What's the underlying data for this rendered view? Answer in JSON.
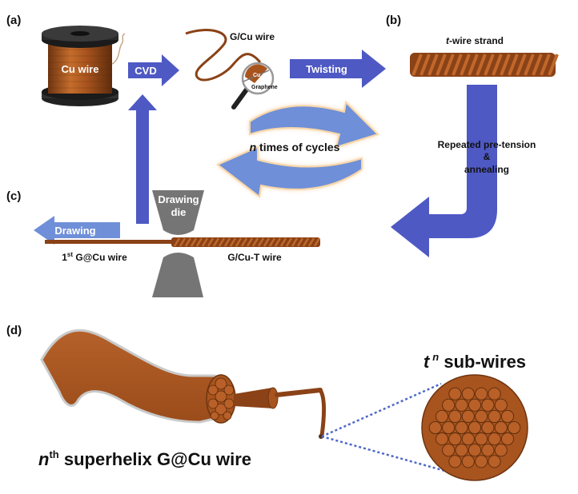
{
  "panels": {
    "a": "(a)",
    "b": "(b)",
    "c": "(c)",
    "d": "(d)"
  },
  "spool": {
    "label": "Cu wire"
  },
  "cvd": {
    "label": "CVD"
  },
  "gcu_wire": {
    "label": "G/Cu wire",
    "inset_cu": "Cu",
    "inset_graphene": "Graphene"
  },
  "twisting": {
    "label": "Twisting"
  },
  "strand": {
    "label_italic": "t",
    "label_rest": "-wire strand"
  },
  "pretension": {
    "line1": "Repeated pre-tension",
    "line2": "&",
    "line3": "annealing"
  },
  "cycles": {
    "n": "n",
    "rest": " times of cycles"
  },
  "die": {
    "line1": "Drawing",
    "line2": "die"
  },
  "drawing": {
    "label": "Drawing"
  },
  "first_wire": {
    "prefix": "1",
    "sup": "st",
    "rest": " G@Cu wire"
  },
  "gcut_wire": {
    "label": "G/Cu-T wire"
  },
  "subwires": {
    "t": "t",
    "sup": "n",
    "rest": " sub-wires"
  },
  "superhelix": {
    "n": "n",
    "sup": "th",
    "rest": " superhelix G@Cu wire"
  },
  "colors": {
    "copper": "#a8541e",
    "copper_dark": "#6e3410",
    "arrow_blue": "#4e59c4",
    "arrow_light": "#6f8fd8",
    "die_gray": "#757575",
    "glow": "#f4c38a"
  }
}
